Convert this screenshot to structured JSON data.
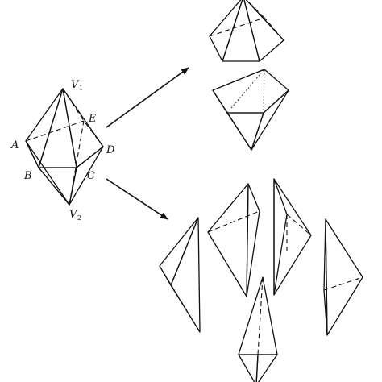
{
  "labels": {
    "v1": "V",
    "v1_sub": "1",
    "v2": "V",
    "v2_sub": "2",
    "a": "A",
    "b": "B",
    "c": "C",
    "d": "D",
    "e": "E"
  },
  "colors": {
    "light": "#e6e6e6",
    "mid": "#b5b5b5",
    "midDark": "#8f8f8f",
    "dark": "#5f5f5f",
    "outline": "#111111",
    "background": "#ffffff"
  },
  "icons": [
    "arrow-icon"
  ]
}
